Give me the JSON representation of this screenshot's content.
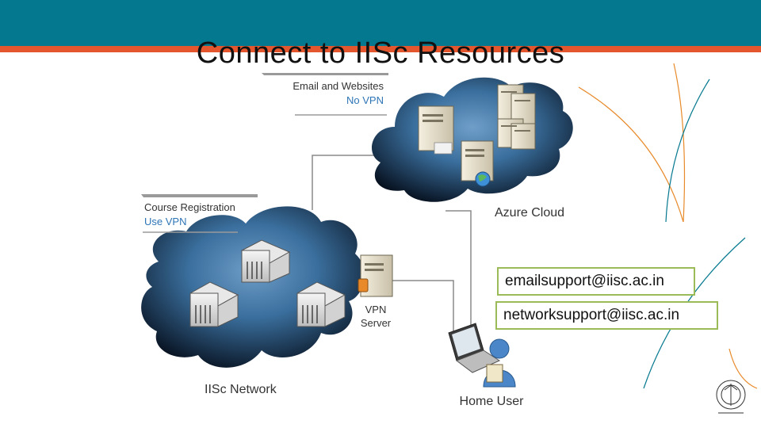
{
  "slide": {
    "title": "Connect to IISc Resources",
    "colors": {
      "header": "#04788f",
      "stripe": "#e4572e",
      "accent_lines": "#e88a2a",
      "box_border": "#9bbb59",
      "blue_label": "#2e75b6"
    }
  },
  "diagram": {
    "email_callout": {
      "line1": "Email and Websites",
      "line2": "No VPN"
    },
    "course_callout": {
      "line1": "Course Registration",
      "line2": "Use VPN"
    },
    "azure_label": "Azure Cloud",
    "iisc_label": "IISc Network",
    "vpn_label_line1": "VPN",
    "vpn_label_line2": "Server",
    "home_label": "Home User"
  },
  "contacts": {
    "email": "emailsupport@iisc.ac.in",
    "network": "networksupport@iisc.ac.in"
  },
  "logo": {
    "icon": "iisc-crest-icon"
  }
}
